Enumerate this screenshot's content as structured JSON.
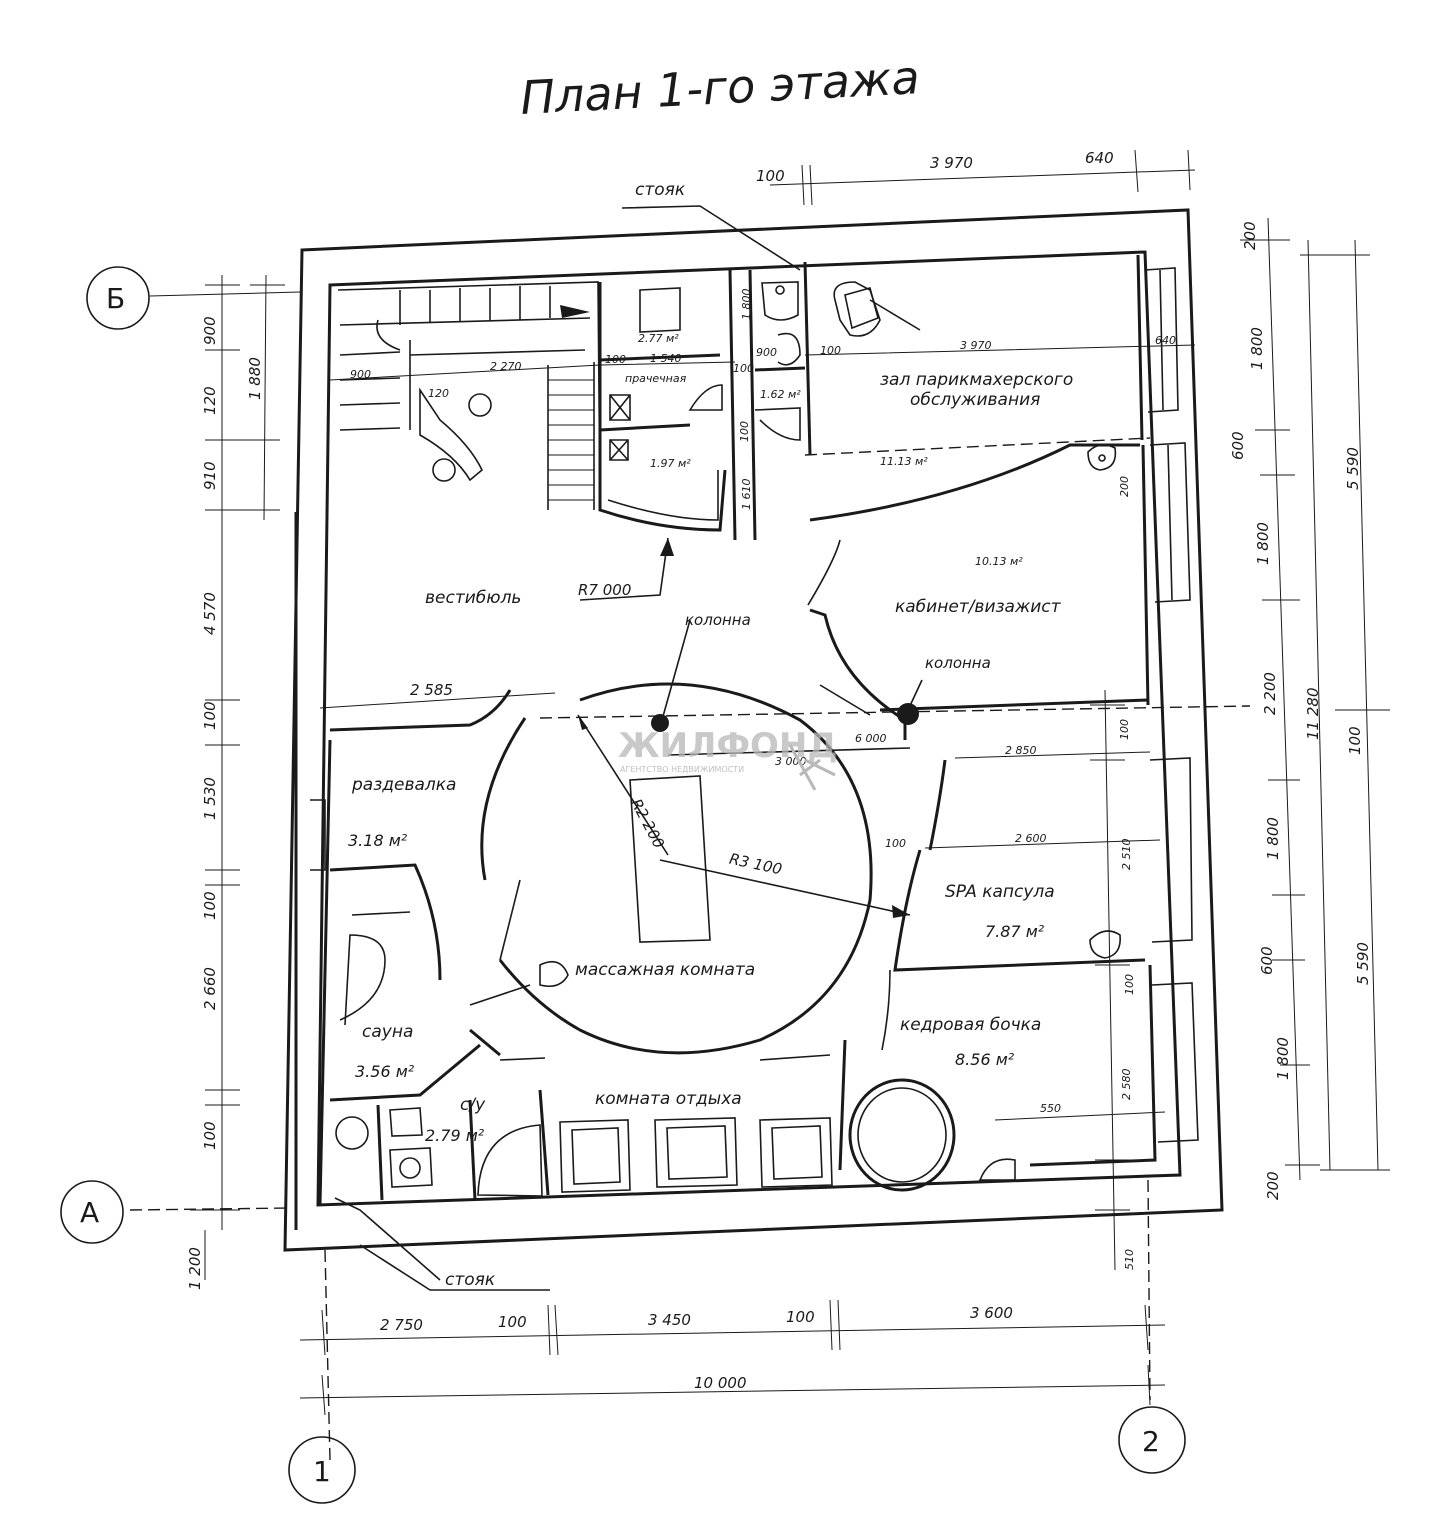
{
  "title": "План 1-го этажа",
  "axes": {
    "a": "А",
    "b": "Б",
    "one": "1",
    "two": "2"
  },
  "rooms": {
    "vestibule": "вестибюль",
    "hair_hall_1": "зал парикмахерского",
    "hair_hall_2": "обслуживания",
    "hair_hall_area": "11.13 м²",
    "cabinet": "кабинет/визажист",
    "cabinet_area": "10.13 м²",
    "laundry": "прачечная",
    "laundry_area": "1.97 м²",
    "wc_upper_area": "2.77 м²",
    "wc_small_area": "1.62 м²",
    "dressing": "раздевалка",
    "dressing_area": "3.18 м²",
    "spa": "SPA капсула",
    "spa_area": "7.87 м²",
    "massage": "массажная комната",
    "sauna": "сауна",
    "sauna_area": "3.56 м²",
    "wc": "с/у",
    "wc_area": "2.79 м²",
    "barrel": "кедровая бочка",
    "barrel_area": "8.56 м²",
    "rest": "комната отдыха"
  },
  "notes": {
    "riser_top": "стояк",
    "riser_bottom": "стояк",
    "column_1": "колонна",
    "column_2": "колонна",
    "radius_7000": "R7 000",
    "radius_2200": "R2 200",
    "radius_3100": "R3 100"
  },
  "dimensions": {
    "top_100": "100",
    "top_3970": "3 970",
    "top_640": "640",
    "inner_3970": "3 970",
    "inner_640": "640",
    "inner_100a": "100",
    "inner_100b": "100",
    "inner_100c": "100",
    "inner_1540": "1 540",
    "inner_900a": "900",
    "inner_900b": "900",
    "inner_120": "120",
    "inner_2270": "2 270",
    "inner_1800": "1 800",
    "inner_100v": "100",
    "inner_1610": "1 610",
    "inner_200": "200",
    "inner_2585": "2 585",
    "inner_2850": "2 850",
    "inner_6000": "6 000",
    "inner_3000": "3 000",
    "inner_100r": "100",
    "inner_2600": "2 600",
    "inner_100s": "100",
    "inner_2510": "2 510",
    "inner_100t": "100",
    "inner_550": "550",
    "inner_2580": "2 580",
    "inner_510": "510",
    "left_900": "900",
    "left_120": "120",
    "left_1880": "1 880",
    "left_910": "910",
    "left_4570": "4 570",
    "left_100a": "100",
    "left_1530": "1 530",
    "left_100b": "100",
    "left_2660": "2 660",
    "left_100c": "100",
    "left_1200": "1 200",
    "right_200a": "200",
    "right_1800a": "1 800",
    "right_600a": "600",
    "right_1800b": "1 800",
    "right_2200": "2 200",
    "right_1800c": "1 800",
    "right_600b": "600",
    "right_1800d": "1 800",
    "right_200b": "200",
    "right_5590a": "5 590",
    "right_11280": "11 280",
    "right_100": "100",
    "right_5590b": "5 590",
    "bottom_2750": "2 750",
    "bottom_100a": "100",
    "bottom_3450": "3 450",
    "bottom_100b": "100",
    "bottom_3600": "3 600",
    "bottom_10000": "10 000"
  },
  "watermark": {
    "name": "ЖИЛФОНД",
    "sub": "АГЕНТСТВО НЕДВИЖИМОСТИ"
  }
}
